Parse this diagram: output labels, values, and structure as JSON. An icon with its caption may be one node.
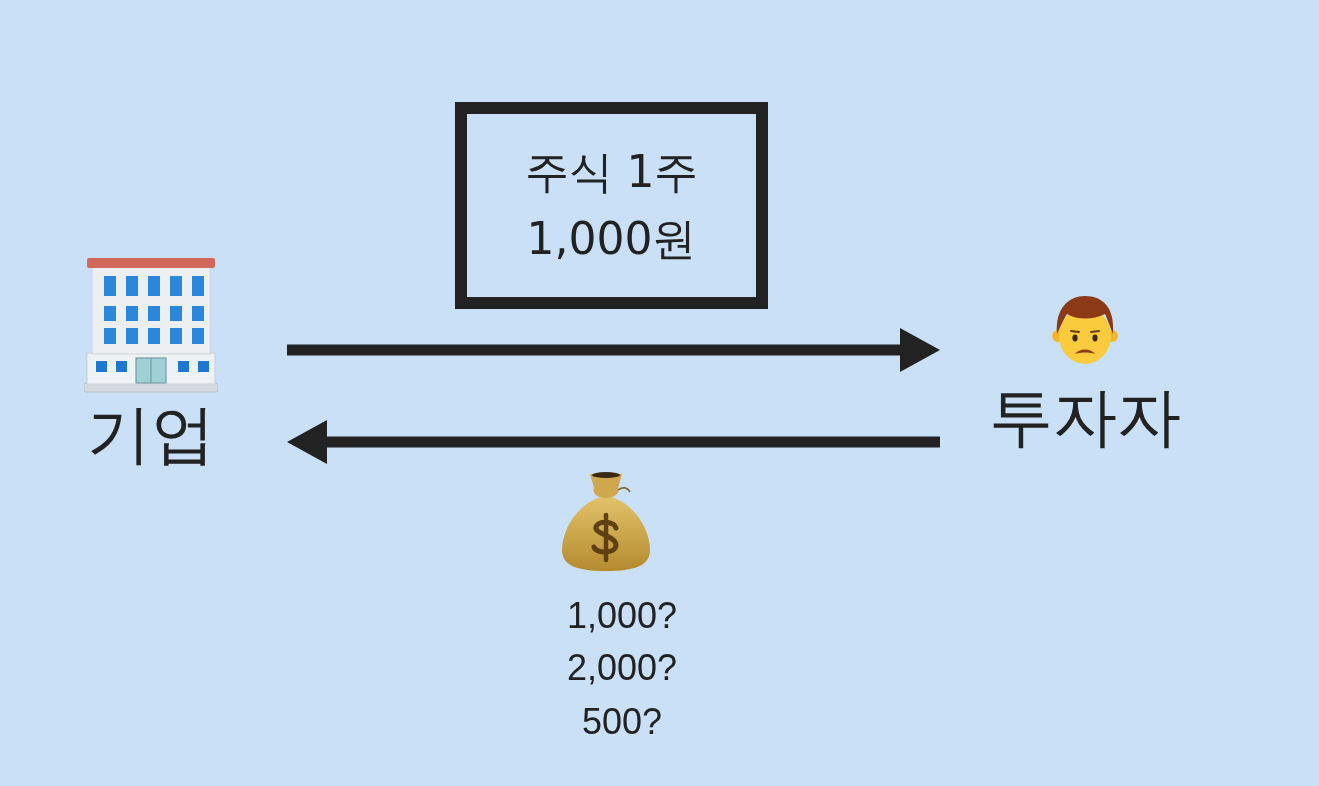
{
  "diagram": {
    "nodes": [
      {
        "text": [
          "주식 1주",
          "1,000원"
        ]
      },
      {
        "text": [
          "기업"
        ]
      },
      {
        "text": [
          "투자자"
        ]
      }
    ],
    "edges": [
      {
        "from": 1,
        "to": 2,
        "arrow": "to"
      },
      {
        "from": 2,
        "to": 1,
        "arrow": "to"
      }
    ],
    "labels": [
      "1,000?",
      "2,000?",
      "500?"
    ]
  }
}
